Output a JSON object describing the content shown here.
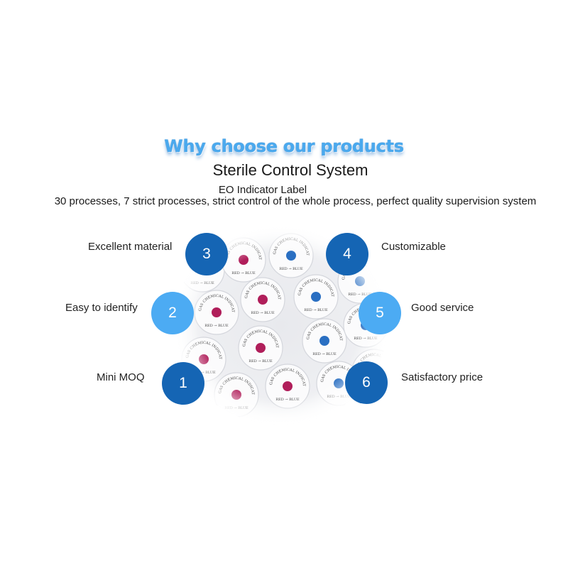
{
  "header": {
    "headline": "Why choose our products",
    "subtitle": "Sterile Control System",
    "product_label": "EO Indicator Label",
    "description": "30 processes, 7 strict processes, strict control of the whole process, perfect quality supervision system"
  },
  "features": [
    {
      "number": "1",
      "label": "Mini MOQ",
      "style": "dark"
    },
    {
      "number": "2",
      "label": "Easy to identify",
      "style": "light"
    },
    {
      "number": "3",
      "label": "Excellent material",
      "style": "dark"
    },
    {
      "number": "4",
      "label": "Customizable",
      "style": "dark"
    },
    {
      "number": "5",
      "label": "Good service",
      "style": "light"
    },
    {
      "number": "6",
      "label": "Satisfactory price",
      "style": "dark"
    }
  ],
  "photo": {
    "label_text": "EO GAS CHEMICAL INDICATOR",
    "change_text": "RED → BLUE",
    "colors": {
      "red": "#b01e5a",
      "blue": "#2a6fc2"
    }
  },
  "colors": {
    "dark_badge": "#1565b4",
    "light_badge": "#4cabf3",
    "headline": "#4aa9ee"
  }
}
